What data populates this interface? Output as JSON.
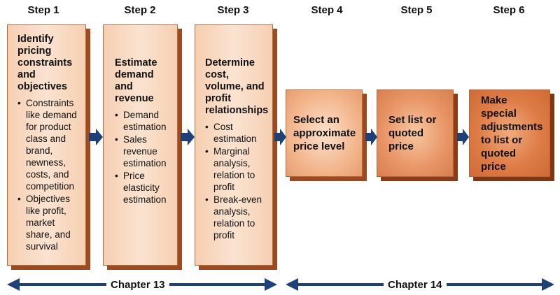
{
  "steps": [
    {
      "label": "Step 1",
      "title": "Identify pricing constraints and objectives",
      "bullets": [
        "Constraints like demand for product class and brand, newness, costs, and competition",
        "Objectives like profit, market share, and survival"
      ]
    },
    {
      "label": "Step 2",
      "title": "Estimate demand and revenue",
      "bullets": [
        "Demand estimation",
        "Sales revenue estimation",
        "Price elasticity estimation"
      ]
    },
    {
      "label": "Step 3",
      "title": "Determine cost, volume, and profit relationships",
      "bullets": [
        "Cost estimation",
        "Marginal analysis, relation to profit",
        "Break-even analysis, relation to profit"
      ]
    },
    {
      "label": "Step 4",
      "title": "Select an approximate price level"
    },
    {
      "label": "Step 5",
      "title": "Set list or quoted price"
    },
    {
      "label": "Step 6",
      "title": "Make special adjustments to list or quoted price"
    }
  ],
  "chapters": [
    {
      "label": "Chapter 13"
    },
    {
      "label": "Chapter 14"
    }
  ],
  "colors": {
    "arrow": "#1f3f77",
    "box_light": "#f6cfb1",
    "box_dark": "#cf6a36"
  },
  "bullet_glyph": "•"
}
